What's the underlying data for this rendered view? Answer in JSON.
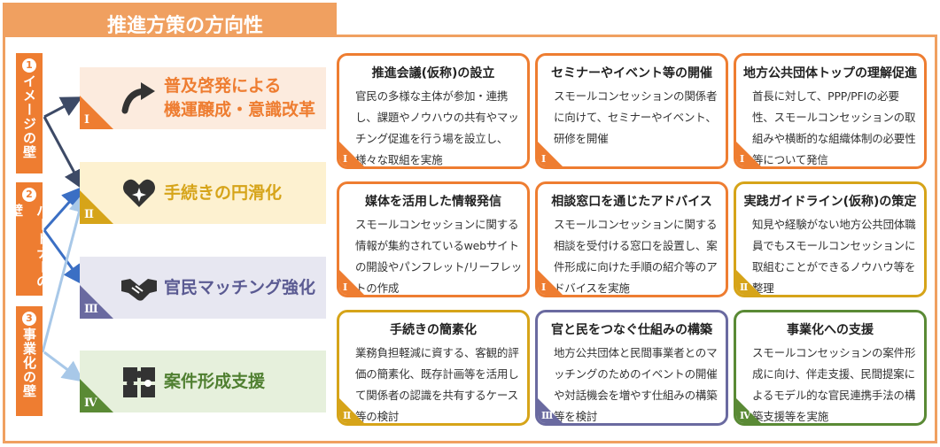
{
  "title": "推進方策の方向性",
  "walls": [
    {
      "num": "1",
      "label": "イメージの壁"
    },
    {
      "num": "2",
      "label": "パートナーの壁"
    },
    {
      "num": "3",
      "label": "事業化の壁"
    }
  ],
  "directions": [
    {
      "roman": "Ⅰ",
      "label": "普及啓発による\n機運醸成・意識改革",
      "icon": "rising-arrow-icon",
      "color": "#ee7d31",
      "bg": "#fcebde",
      "text_color": "#ee7d31"
    },
    {
      "roman": "Ⅱ",
      "label": "手続きの円滑化",
      "icon": "heart-sparkle-icon",
      "color": "#d6a419",
      "bg": "#fdf1d0",
      "text_color": "#d6a419"
    },
    {
      "roman": "Ⅲ",
      "label": "官民マッチング強化",
      "icon": "handshake-icon",
      "color": "#6a6aa0",
      "bg": "#e7e7f1",
      "text_color": "#5a5a92"
    },
    {
      "roman": "Ⅳ",
      "label": "案件形成支援",
      "icon": "puzzle-icon",
      "color": "#5a8a35",
      "bg": "#e6f0dc",
      "text_color": "#4f7f30"
    }
  ],
  "cards": [
    {
      "title": "推進会議(仮称)の設立",
      "body": "官民の多様な主体が参加・連携し、課題やノウハウの共有やマッチング促進を行う場を設立し、様々な取組を実施",
      "roman": "Ⅰ",
      "color": "#ee7d31"
    },
    {
      "title": "セミナーやイベント等の開催",
      "body": "スモールコンセッションの関係者に向けて、セミナーやイベント、研修を開催",
      "roman": "Ⅰ",
      "color": "#ee7d31"
    },
    {
      "title": "地方公共団体トップの理解促進",
      "body": "首長に対して、PPP/PFIの必要性、スモールコンセッションの取組みや横断的な組織体制の必要性等について発信",
      "roman": "Ⅰ",
      "color": "#ee7d31"
    },
    {
      "title": "媒体を活用した情報発信",
      "body": "スモールコンセッションに関する情報が集約されているwebサイトの開設やパンフレット/リーフレットの作成",
      "roman": "Ⅰ",
      "color": "#ee7d31"
    },
    {
      "title": "相談窓口を通じたアドバイス",
      "body": "スモールコンセッションに関する相談を受付ける窓口を設置し、案件形成に向けた手順の紹介等のアドバイスを実施",
      "roman": "Ⅰ",
      "color": "#ee7d31"
    },
    {
      "title": "実践ガイドライン(仮称)の策定",
      "body": "知見や経験がない地方公共団体職員でもスモールコンセッションに取組むことができるノウハウ等を整理",
      "roman": "Ⅱ",
      "color": "#d6a419"
    },
    {
      "title": "手続きの簡素化",
      "body": "業務負担軽減に資する、客観的評価の簡素化、既存計画等を活用して関係者の認識を共有するケース等の検討",
      "roman": "Ⅱ",
      "color": "#d6a419"
    },
    {
      "title": "官と民をつなぐ仕組みの構築",
      "body": "地方公共団体と民間事業者とのマッチングのためのイベントの開催や対話機会を増やす仕組みの構築等を検討",
      "roman": "Ⅲ",
      "color": "#6a6aa0"
    },
    {
      "title": "事業化への支援",
      "body": "スモールコンセッションの案件形成に向け、伴走支援、民間提案によるモデル的な官民連携手法の構築支援等を実施",
      "roman": "Ⅳ",
      "color": "#5a8a35"
    }
  ]
}
